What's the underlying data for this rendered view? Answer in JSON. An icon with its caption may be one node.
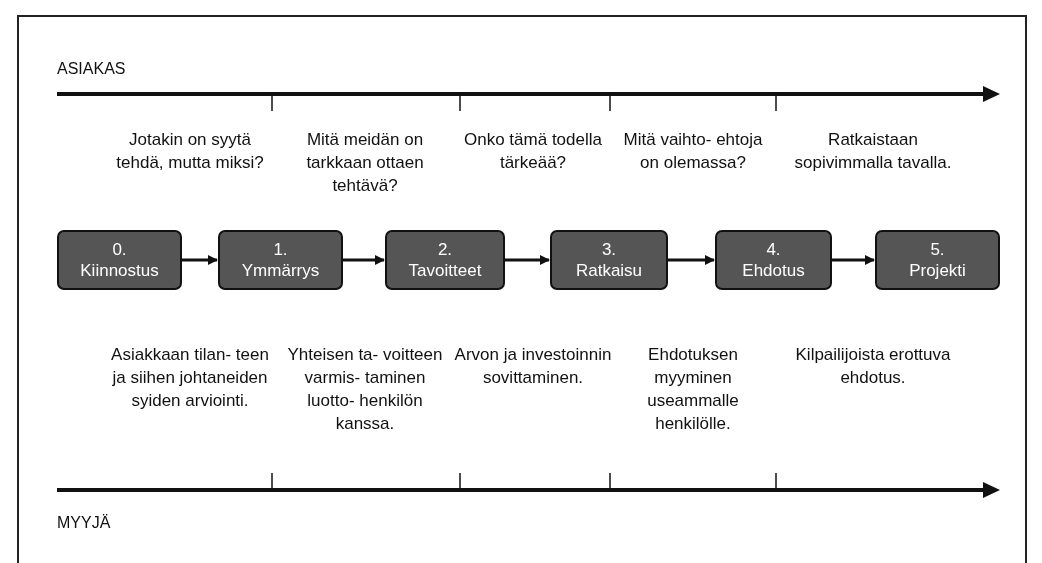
{
  "diagram": {
    "nodes": [
      {
        "text": [
          "0.",
          "Kiinnostus"
        ]
      },
      {
        "text": [
          "1.",
          "Ymmärrys"
        ]
      },
      {
        "text": [
          "2.",
          "Tavoitteet"
        ]
      },
      {
        "text": [
          "3.",
          "Ratkaisu"
        ]
      },
      {
        "text": [
          "4.",
          "Ehdotus"
        ]
      },
      {
        "text": [
          "5.",
          "Projekti"
        ]
      }
    ],
    "edges": [
      {
        "from": 0,
        "to": 1,
        "arrow": "to"
      },
      {
        "from": 1,
        "to": 2,
        "arrow": "to"
      },
      {
        "from": 2,
        "to": 3,
        "arrow": "to"
      },
      {
        "from": 3,
        "to": 4,
        "arrow": "to"
      },
      {
        "from": 4,
        "to": 5,
        "arrow": "to"
      }
    ],
    "labels": [
      "ASIAKAS",
      "Jotakin on syytä tehdä, mutta miksi?",
      "Mitä meidän on tarkkaan ottaen tehtävä?",
      "Onko tämä todella tärkeää?",
      "Mitä vaihto- ehtoja on olemassa?",
      "Ratkaistaan sopivimmalla tavalla.",
      "Asiakkaan tilan- teen ja siihen johtaneiden syiden arviointi.",
      "Yhteisen ta- voitteen varmis- taminen luotto- henkilön kanssa.",
      "Arvon ja investoinnin sovittaminen.",
      "Ehdotuksen myyminen useammalle henkilölle.",
      "Kilpailijoista erottuva ehdotus.",
      "MYYJÄ"
    ]
  }
}
